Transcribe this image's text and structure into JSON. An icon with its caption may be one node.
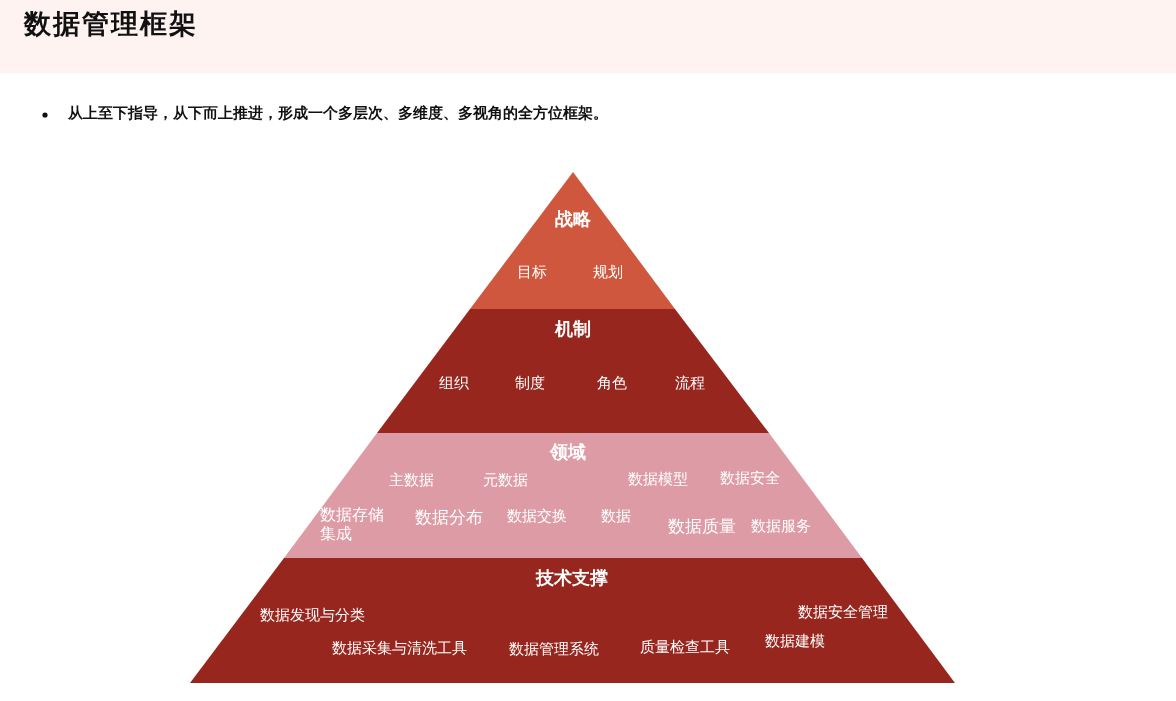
{
  "diagram": {
    "title": "数据管理框架",
    "nodes": [
      {
        "text": [
          "战略",
          "目标",
          "规划"
        ]
      },
      {
        "text": [
          "机制",
          "组织",
          "制度",
          "角色",
          "流程"
        ]
      },
      {
        "text": [
          "领域",
          "主数据",
          "元数据",
          "数据模型",
          "数据安全",
          "数据存储集成",
          "数据分布",
          "数据交换",
          "数据",
          "数据质量",
          "数据服务"
        ]
      },
      {
        "text": [
          "技术支撑",
          "数据发现与分类",
          "数据安全管理",
          "数据采集与清洗工具",
          "数据管理系统",
          "质量检查工具",
          "数据建模"
        ]
      }
    ],
    "edges": [],
    "labels": [
      "从上至下指导，从下而上推进，形成一个多层次、多维度、多视角的全方位框架。"
    ]
  }
}
